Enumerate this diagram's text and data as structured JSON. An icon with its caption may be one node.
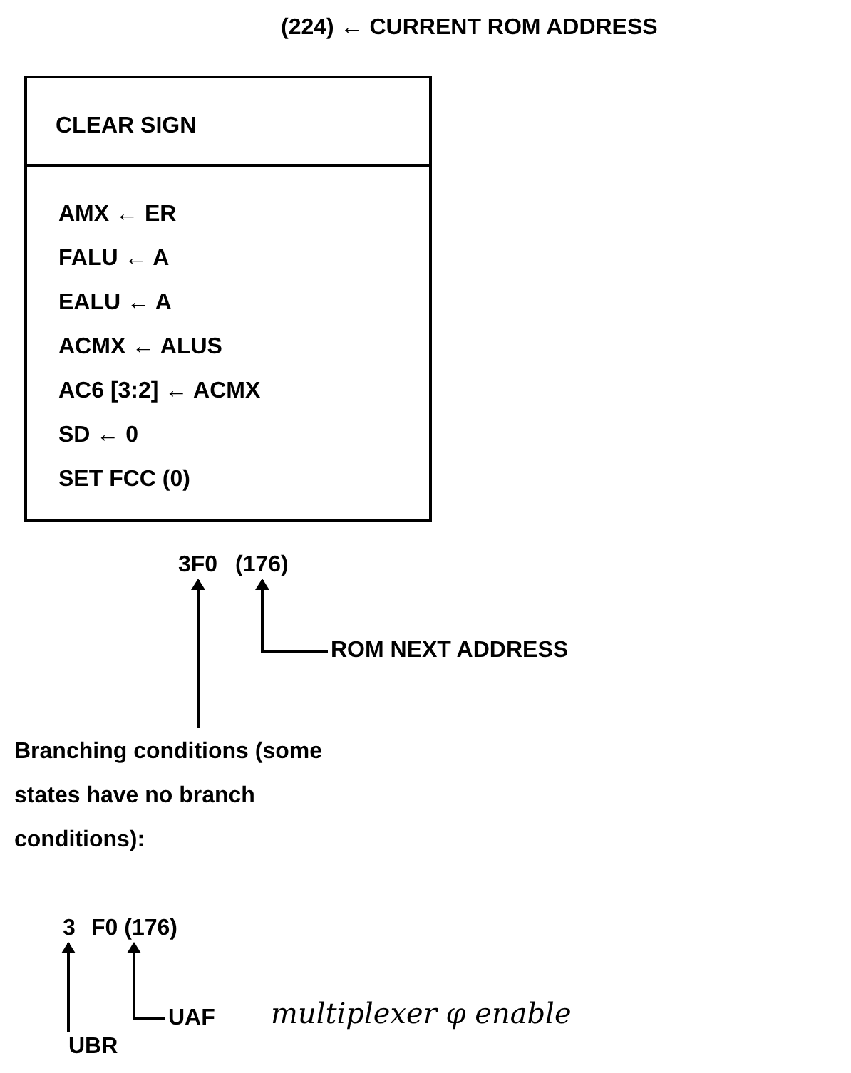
{
  "diagram": {
    "nodes": [
      {
        "text": [
          "CLEAR SIGN",
          "AMX ← ER",
          "FALU ← A",
          "EALU ← A",
          "ACMX ← ALUS",
          "AC6 [3:2] ← ACMX",
          "SD ← 0",
          "SET FCC (0)"
        ]
      },
      {
        "text": [
          "3F0"
        ]
      },
      {
        "text": [
          "(176)"
        ]
      },
      {
        "text": [
          "ROM NEXT ADDRESS"
        ]
      },
      {
        "text": [
          "Branching conditions (some states have no branch conditions):"
        ]
      },
      {
        "text": [
          "3"
        ]
      },
      {
        "text": [
          "F0 (176)"
        ]
      },
      {
        "text": [
          "UAF"
        ],
        "beside": [
          "multiplexer φ enable"
        ]
      },
      {
        "text": [
          "UBR"
        ]
      }
    ],
    "edges": [
      {
        "from": 4,
        "to": 1,
        "arrow": "to"
      },
      {
        "from": 3,
        "to": 2,
        "arrow": "to"
      },
      {
        "from": 7,
        "to": 6,
        "arrow": "to"
      },
      {
        "from": 8,
        "to": 5,
        "arrow": "to"
      }
    ],
    "labels": [
      "(224) ← CURRENT ROM ADDRESS"
    ]
  }
}
